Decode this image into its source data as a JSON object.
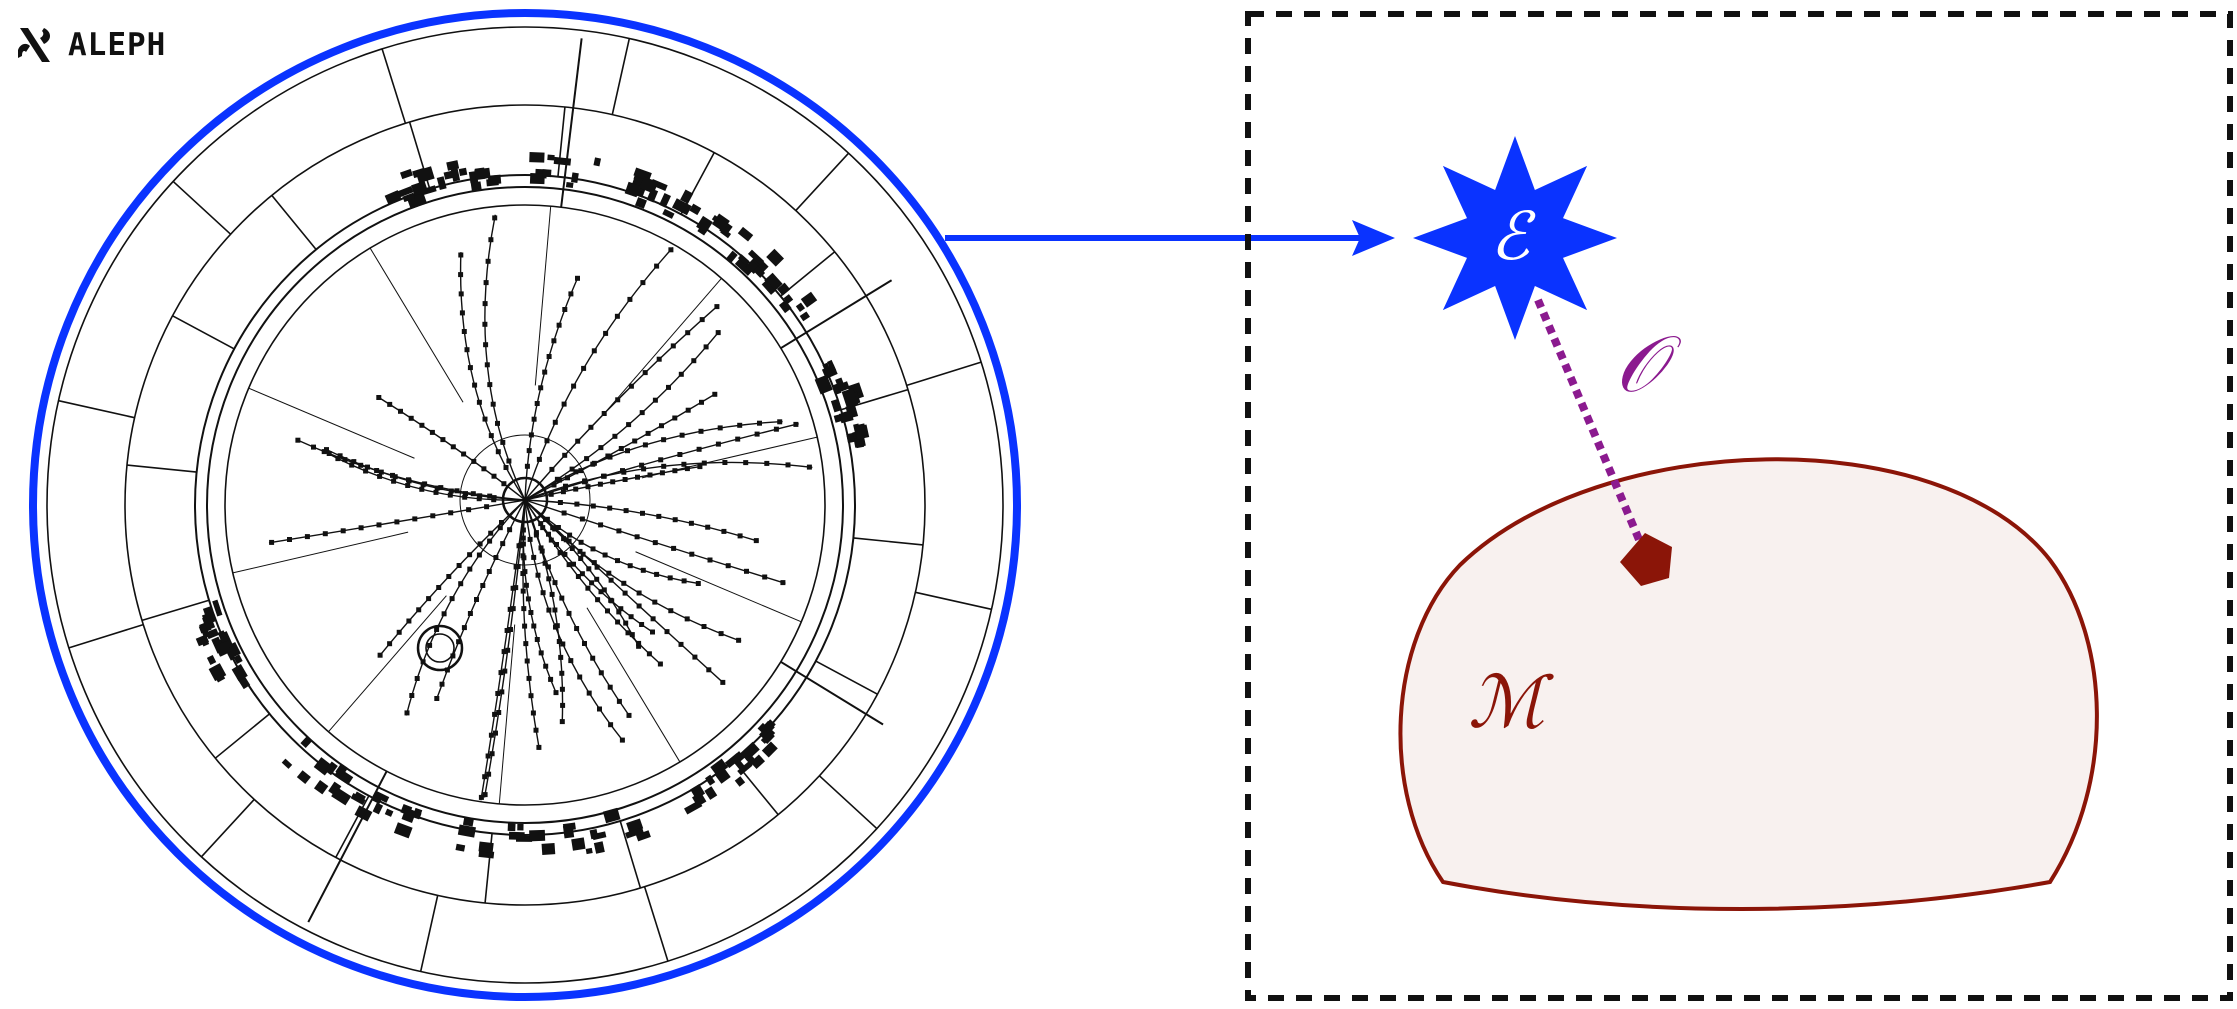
{
  "logo": {
    "text": "ALEPH",
    "icon": "aleph-letter-icon"
  },
  "symbols": {
    "event": "ℰ",
    "observable": "𝒪",
    "manifold": "ℳ"
  },
  "colors": {
    "blue": "#0a33ff",
    "purple": "#8b1a8f",
    "dark_red": "#8b1508",
    "manifold_fill": "#f8f1ef",
    "detector_line": "#111111"
  }
}
